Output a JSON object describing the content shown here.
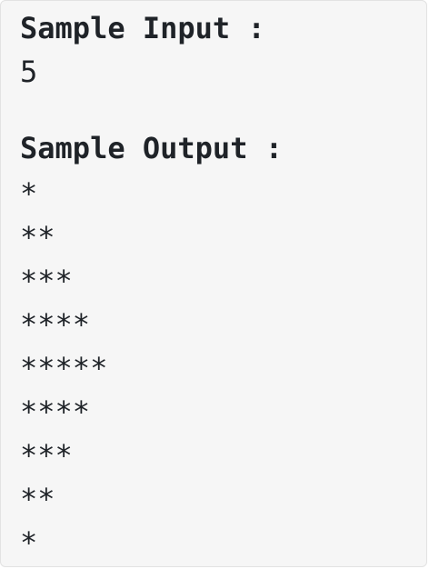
{
  "sample_input": {
    "heading": "Sample Input :",
    "value": "5"
  },
  "sample_output": {
    "heading": "Sample Output :",
    "lines": [
      "*",
      "**",
      "***",
      "****",
      "*****",
      "****",
      "***",
      "**",
      "*"
    ]
  }
}
